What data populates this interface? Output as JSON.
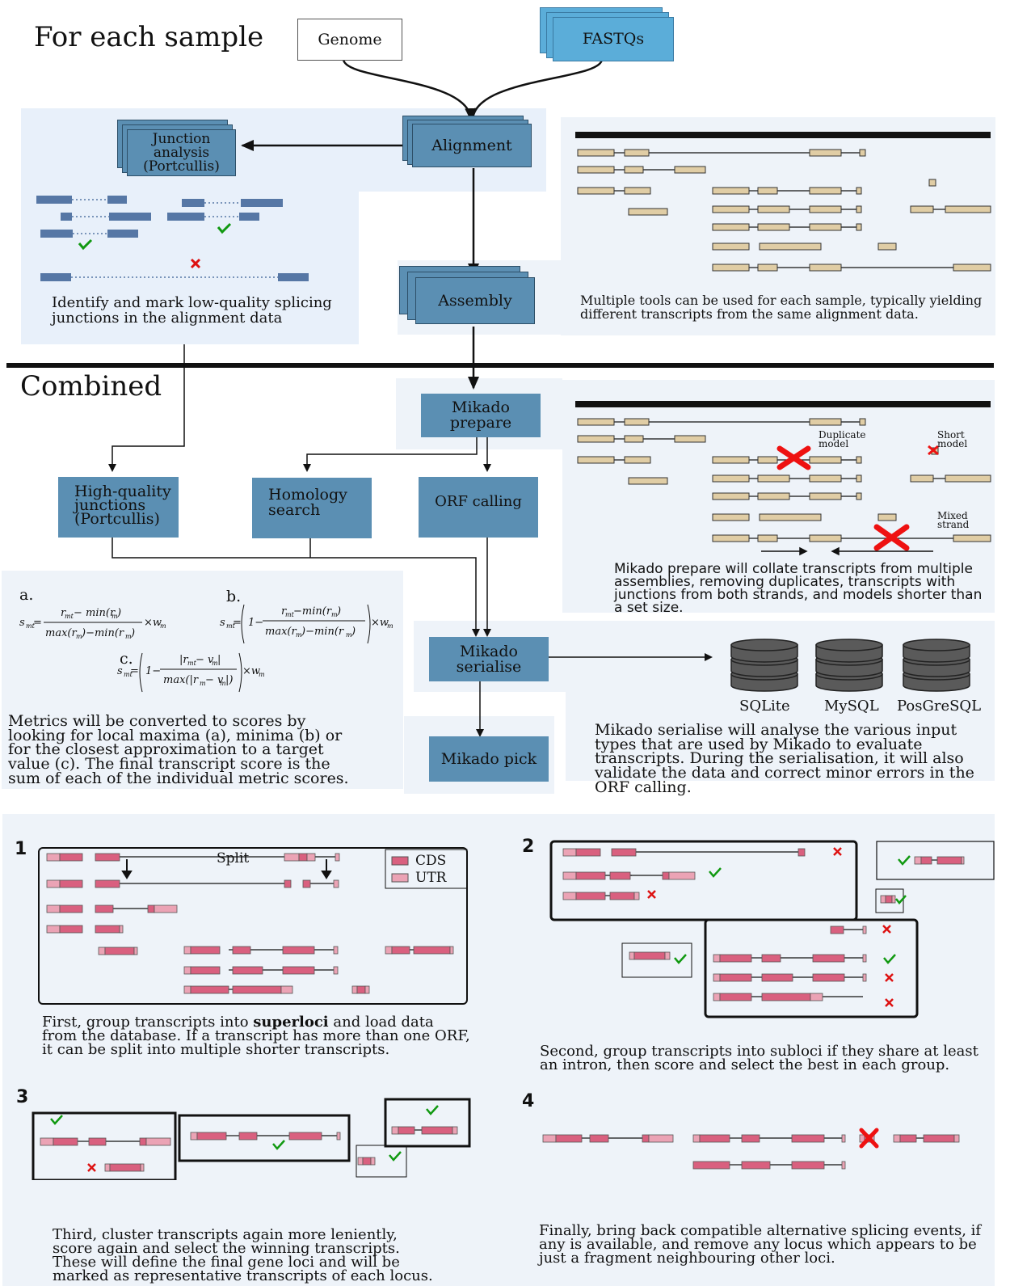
{
  "headers": {
    "per_sample": "For each sample",
    "combined": "Combined"
  },
  "inputs": {
    "genome": "Genome",
    "fastqs": "FASTQs"
  },
  "boxes": {
    "alignment": "Alignment",
    "junction": "Junction analysis (Portcullis)",
    "assembly": "Assembly",
    "prepare": "Mikado prepare",
    "hq_junctions": "High-quality junctions (Portcullis)",
    "homology": "Homology search",
    "orf": "ORF calling",
    "serialise": "Mikado serialise",
    "pick": "Mikado pick"
  },
  "captions": {
    "junction": "Identify and mark low-quality splicing junctions in the alignment data",
    "multiple_tools": "Multiple tools can be used for each sample, typically yielding different transcripts from the same alignment data.",
    "prepare": "Mikado prepare will collate transcripts from multiple assemblies, removing duplicates, transcripts with junctions from both strands, and models shorter than a set size.",
    "metrics": "Metrics will be converted to scores by looking for local maxima (a), minima (b) or for the closest approximation to a target value (c). The final transcript score is the sum of each of the individual metric scores.",
    "serialise": "Mikado serialise will analyse the various input types that are used by Mikado to evaluate transcripts. During the serialisation, it will also validate the data and correct minor errors in the ORF calling."
  },
  "prepare_labels": {
    "duplicate": "Duplicate model",
    "short": "Short model",
    "mixed": "Mixed strand"
  },
  "formula_labels": {
    "a": "a.",
    "b": "b.",
    "c": "c."
  },
  "databases": [
    "SQLite",
    "MySQL",
    "PosGreSQL"
  ],
  "steps": [
    {
      "number": "1",
      "caption_before": "First, group transcripts into ",
      "bold": "superloci",
      "caption_after": " and load data from the database. If a transcript has more than one ORF, it can be split into multiple shorter transcripts."
    },
    {
      "number": "2",
      "caption": "Second, group transcripts into subloci if they share at least an intron, then score and select the best in each group."
    },
    {
      "number": "3",
      "caption": "Third, cluster transcripts again more leniently, score again and select the winning transcripts. These will define the final gene loci and will be marked as representative transcripts of each locus."
    },
    {
      "number": "4",
      "caption": "Finally, bring back compatible alternative splicing events, if any is available, and remove any locus which appears to be just a fragment neighbouring other loci."
    }
  ],
  "step1_labels": {
    "split": "Split",
    "cds": "CDS",
    "utr": "UTR"
  },
  "colors": {
    "box": "#5b8fb3",
    "panel": "#e8f0fa",
    "exon_tan": "#e0cda5",
    "cds": "#d9607f",
    "utr": "#eba3b5",
    "check": "#119911",
    "cross": "#dd1111"
  }
}
